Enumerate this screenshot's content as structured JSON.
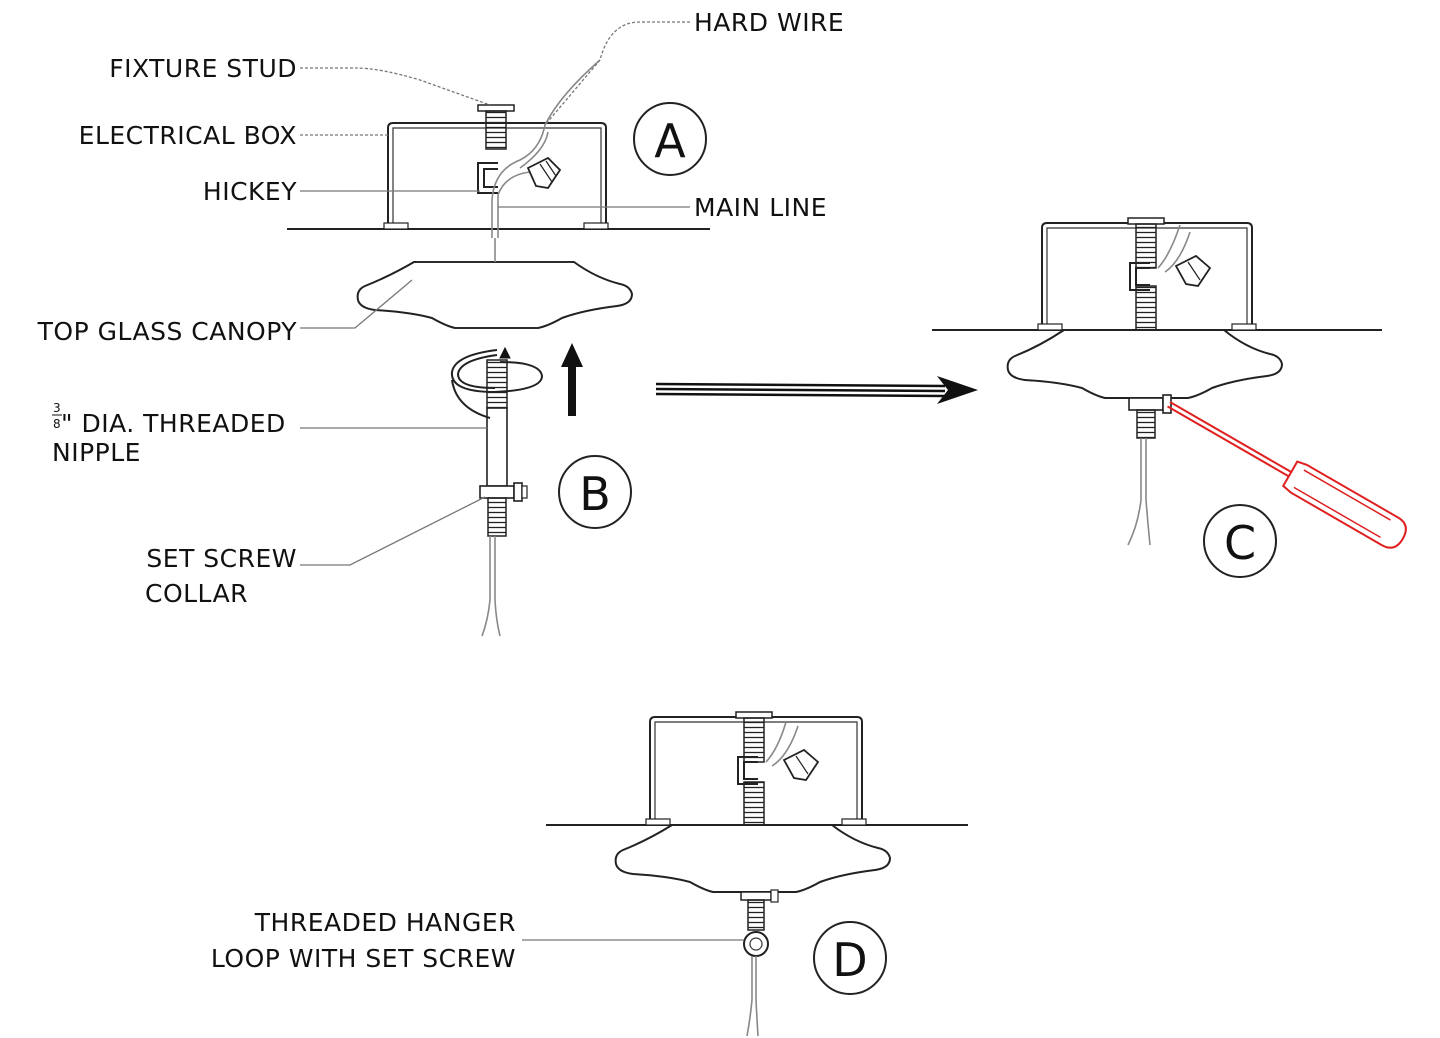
{
  "labels": {
    "hard_wire": "HARD WIRE",
    "fixture_stud": "FIXTURE STUD",
    "electrical_box": "ELECTRICAL BOX",
    "hickey": "HICKEY",
    "main_line": "MAIN LINE",
    "top_glass_canopy": "TOP GLASS CANOPY",
    "nipple_frac_num": "3",
    "nipple_frac_den": "8",
    "nipple_line1": "\" DIA. THREADED",
    "nipple_line2": "NIPPLE",
    "set_screw_line1": "SET SCREW",
    "set_screw_line2": "COLLAR",
    "hanger_line1": "THREADED HANGER",
    "hanger_line2": "LOOP WITH SET SCREW"
  },
  "steps": {
    "a": "A",
    "b": "B",
    "c": "C",
    "d": "D"
  },
  "colors": {
    "screwdriver": "#e02020"
  }
}
